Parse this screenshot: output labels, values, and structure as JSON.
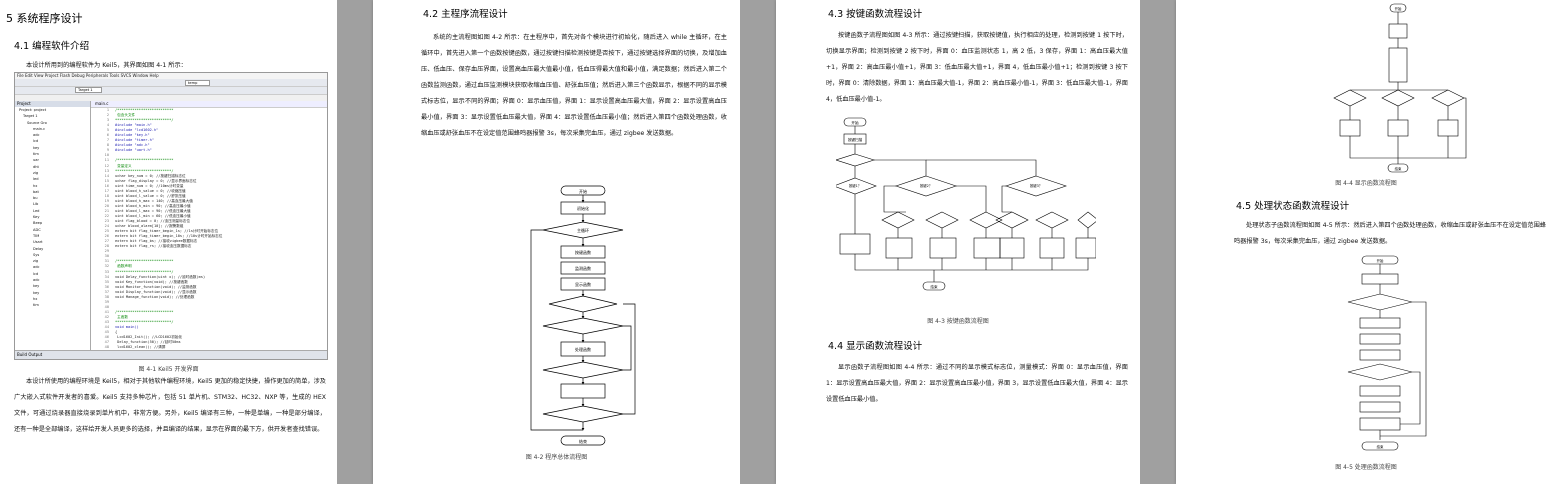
{
  "page1": {
    "chapter_title": "5 系统程序设计",
    "section_title": "4.1 编程软件介绍",
    "intro": "本设计所用到的编程软件为 Keil5，其界面如图 4-1 所示：",
    "figure_caption": "图 4-1 Keil5 开发界面",
    "body": "本设计所使用的编程环境是 Keil5，相对于其他软件编程环境，Keil5 更加的稳定快捷，操作更加的简单，涉及广大嵌入式软件开发者的喜爱。Keil5 支持多种芯片，包括 51 单片机、STM32、HC32、NXP 等，生成的 HEX 文件，可通过烧录器直接烧录到单片机中，非常方便。另外，Keil5 编译有三种，一种是单编，一种是部分编译，还有一种是全部编译，这样给开发人员更多的选择，并且编译的结果，显示在界面的最下方，供开发者查找错误。",
    "ide": {
      "menu": "File  Edit  View  Project  Flash  Debug  Peripherals  Tools  SVCS  Window  Help",
      "target_box": "temp",
      "target_name": "Target 1",
      "project_header": "Project",
      "file_tab": "main.c",
      "status_bar": "Build Output",
      "tree": [
        "Project: project",
        "Target 1",
        "Source Gro",
        "main.c",
        "adc",
        "lcd",
        "key",
        "tim",
        "uar",
        "dht",
        "zig",
        "led",
        "hx",
        "bat",
        "bu",
        "Lib",
        "Led",
        "Key",
        "Beep",
        "ADC",
        "TIM",
        "Usart",
        "Delay",
        "Sys",
        "zig",
        "adc",
        "lcd",
        "adc",
        "key",
        "key",
        "hx",
        "tim"
      ],
      "code": [
        {
          "n": "1",
          "t": "/**************************",
          "c": "cm"
        },
        {
          "n": "2",
          "t": "  包含头文件",
          "c": "cm"
        },
        {
          "n": "3",
          "t": "**************************/",
          "c": "cm"
        },
        {
          "n": "4",
          "t": "#include \"main.h\"",
          "c": "kw"
        },
        {
          "n": "5",
          "t": "#include \"lcd1602.h\"",
          "c": "kw"
        },
        {
          "n": "6",
          "t": "#include \"key.h\"",
          "c": "kw"
        },
        {
          "n": "7",
          "t": "#include \"timer.h\"",
          "c": "kw"
        },
        {
          "n": "8",
          "t": "#include \"adc.h\"",
          "c": "kw"
        },
        {
          "n": "9",
          "t": "#include \"uart.h\"",
          "c": "kw"
        },
        {
          "n": "10",
          "t": "",
          "c": ""
        },
        {
          "n": "11",
          "t": "/**************************",
          "c": "cm"
        },
        {
          "n": "12",
          "t": "  变量定义",
          "c": "cm"
        },
        {
          "n": "13",
          "t": "**************************/",
          "c": "cm"
        },
        {
          "n": "14",
          "t": "uchar key_num = 0;                 //按键扫描标志位",
          "c": ""
        },
        {
          "n": "15",
          "t": "uchar flag_display = 0;            //显示界面标志位",
          "c": ""
        },
        {
          "n": "16",
          "t": "uint  time_num = 0;                //10ms计时变量",
          "c": ""
        },
        {
          "n": "17",
          "t": "uint  blood_h_value = 0;           //收缩压值",
          "c": ""
        },
        {
          "n": "18",
          "t": "uint  blood_l_value = 0;           //舒张压值",
          "c": ""
        },
        {
          "n": "19",
          "t": "uint  blood_h_max = 140;           //高血压最大值",
          "c": ""
        },
        {
          "n": "20",
          "t": "uint  blood_h_min = 90;            //高血压最小值",
          "c": ""
        },
        {
          "n": "21",
          "t": "uint  blood_l_max = 90;            //低血压最大值",
          "c": ""
        },
        {
          "n": "22",
          "t": "uint  blood_l_min = 60;            //低血压最小值",
          "c": ""
        },
        {
          "n": "23",
          "t": "uint  flag_blood = 0;              //血压测量标志位",
          "c": ""
        },
        {
          "n": "24",
          "t": "uchar blood_alarm[10];             //报警数组",
          "c": ""
        },
        {
          "n": "25",
          "t": "extern bit flag_timer_begin_1s;    //1s计时开始标志位",
          "c": ""
        },
        {
          "n": "26",
          "t": "extern bit flag_timer_begin_10s;   //10s计时开始标志位",
          "c": ""
        },
        {
          "n": "27",
          "t": "extern bit flag_bs;                //接收zigbee数据标志",
          "c": ""
        },
        {
          "n": "28",
          "t": "extern bit flag_rs;                //接收血压数据标志",
          "c": ""
        },
        {
          "n": "29",
          "t": "",
          "c": ""
        },
        {
          "n": "30",
          "t": "",
          "c": ""
        },
        {
          "n": "31",
          "t": "/**************************",
          "c": "cm"
        },
        {
          "n": "32",
          "t": "  函数声明",
          "c": "cm"
        },
        {
          "n": "33",
          "t": "**************************/",
          "c": "cm"
        },
        {
          "n": "34",
          "t": "void Delay_function(uint x);       //延时函数(ms)",
          "c": ""
        },
        {
          "n": "35",
          "t": "void Key_function(void);           //按键函数",
          "c": ""
        },
        {
          "n": "36",
          "t": "void Monitor_function(void);       //监测函数",
          "c": ""
        },
        {
          "n": "37",
          "t": "void Display_function(void);       //显示函数",
          "c": ""
        },
        {
          "n": "38",
          "t": "void Manage_function(void);        //处理函数",
          "c": ""
        },
        {
          "n": "39",
          "t": "",
          "c": ""
        },
        {
          "n": "40",
          "t": "",
          "c": ""
        },
        {
          "n": "41",
          "t": "/**************************",
          "c": "cm"
        },
        {
          "n": "42",
          "t": "  主函数",
          "c": "cm"
        },
        {
          "n": "43",
          "t": "**************************/",
          "c": "cm"
        },
        {
          "n": "44",
          "t": "void main()",
          "c": "kw"
        },
        {
          "n": "45",
          "t": "{",
          "c": ""
        },
        {
          "n": "46",
          "t": "   Lcd1602_Init();                 //LCD1602初始化",
          "c": ""
        },
        {
          "n": "47",
          "t": "   Delay_function(50);             //延时50ms",
          "c": ""
        },
        {
          "n": "48",
          "t": "   lcd1602_clean();                //清屏",
          "c": ""
        }
      ]
    }
  },
  "page2": {
    "section_title": "4.2 主程序流程设计",
    "body": "系统的主流程图如图 4-2 所示：在主程序中，首先对各个模块进行初始化，随后进入 while 主循环，在主循环中，首先进入第一个函数按键函数，通过按键扫描检测按键是否按下，通过按键选择界面的切换，及增加血压、低血压、保存血压界面，设置高血压最大值最小值，低血压得最大值和最小值，满足数据；然后进入第二个函数监测函数，通过血压监测模块获取收缩血压值、舒张血压值；然后进入第三个函数显示，根据不同的显示模式标志位，显示不同的界面；界面 0：显示血压值，界面 1：显示设置高血压最大值，界面 2：显示设置高血压最小值，界面 3：显示设置低血压最大值，界面 4：显示设置低血压最小值；然后进入第四个函数处理函数，收缩血压或舒张血压不在设定值范围蜂鸣器报警 3s，每次采集完血压，通过 zigbee 发送数据。",
    "figure_caption": "图 4-2   程序总体流程图",
    "flow_nodes": [
      "开始",
      "初始化",
      "主循环",
      "按键函数",
      "监测函数",
      "显示函数",
      "处理函数",
      "结束"
    ]
  },
  "page3": {
    "section_title": "4.3 按键函数流程设计",
    "body": "按键函数子流程图如图 4-3 所示：通过按键扫描，获取按键值，执行相应的处理，检测到按键 1 按下时，切换显示界面；检测到按键 2 按下时，界面 0：血压监测状态 1，高 2 低，3 保存，界面 1：高血压最大值+1，界面 2：高血压最小值+1，界面 3：低血压最大值+1，界面 4，低血压最小值+1；检测到按键 3 按下时，界面 0：清除数据，界面 1：高血压最大值-1，界面 2：高血压最小值-1，界面 3：低血压最大值-1，界面 4，低血压最小值-1。",
    "figure_caption": "图 4-3   按键函数流程图",
    "section2_title": "4.4 显示函数流程设计",
    "body2": "显示函数子流程图如图 4-4 所示：通过不同的显示模式标志位，测量模式：界面 0：显示血压值，界面 1：显示设置高血压最大值，界面 2：显示设置高血压最小值，界面 3，显示设置低血压最大值，界面 4：显示设置低血压最小值。",
    "flow_nodes": [
      "开始",
      "按键扫描",
      "按键1？",
      "按键2？",
      "按键3？",
      "结束"
    ]
  },
  "page4": {
    "figure_caption_top": "图 4-4   显示函数流程图",
    "section_title": "4.5 处理状态函数流程设计",
    "body": "处理状态子函数流程图如图 4-5 所示：然后进入第四个函数处理函数，收缩血压或舒张血压不在设定值范围蜂鸣器报警 3s，每次采集完血压，通过 zigbee 发送数据。",
    "figure_caption": "图 4-5   处理函数流程图",
    "flow_nodes": [
      "开始",
      "结束"
    ]
  }
}
